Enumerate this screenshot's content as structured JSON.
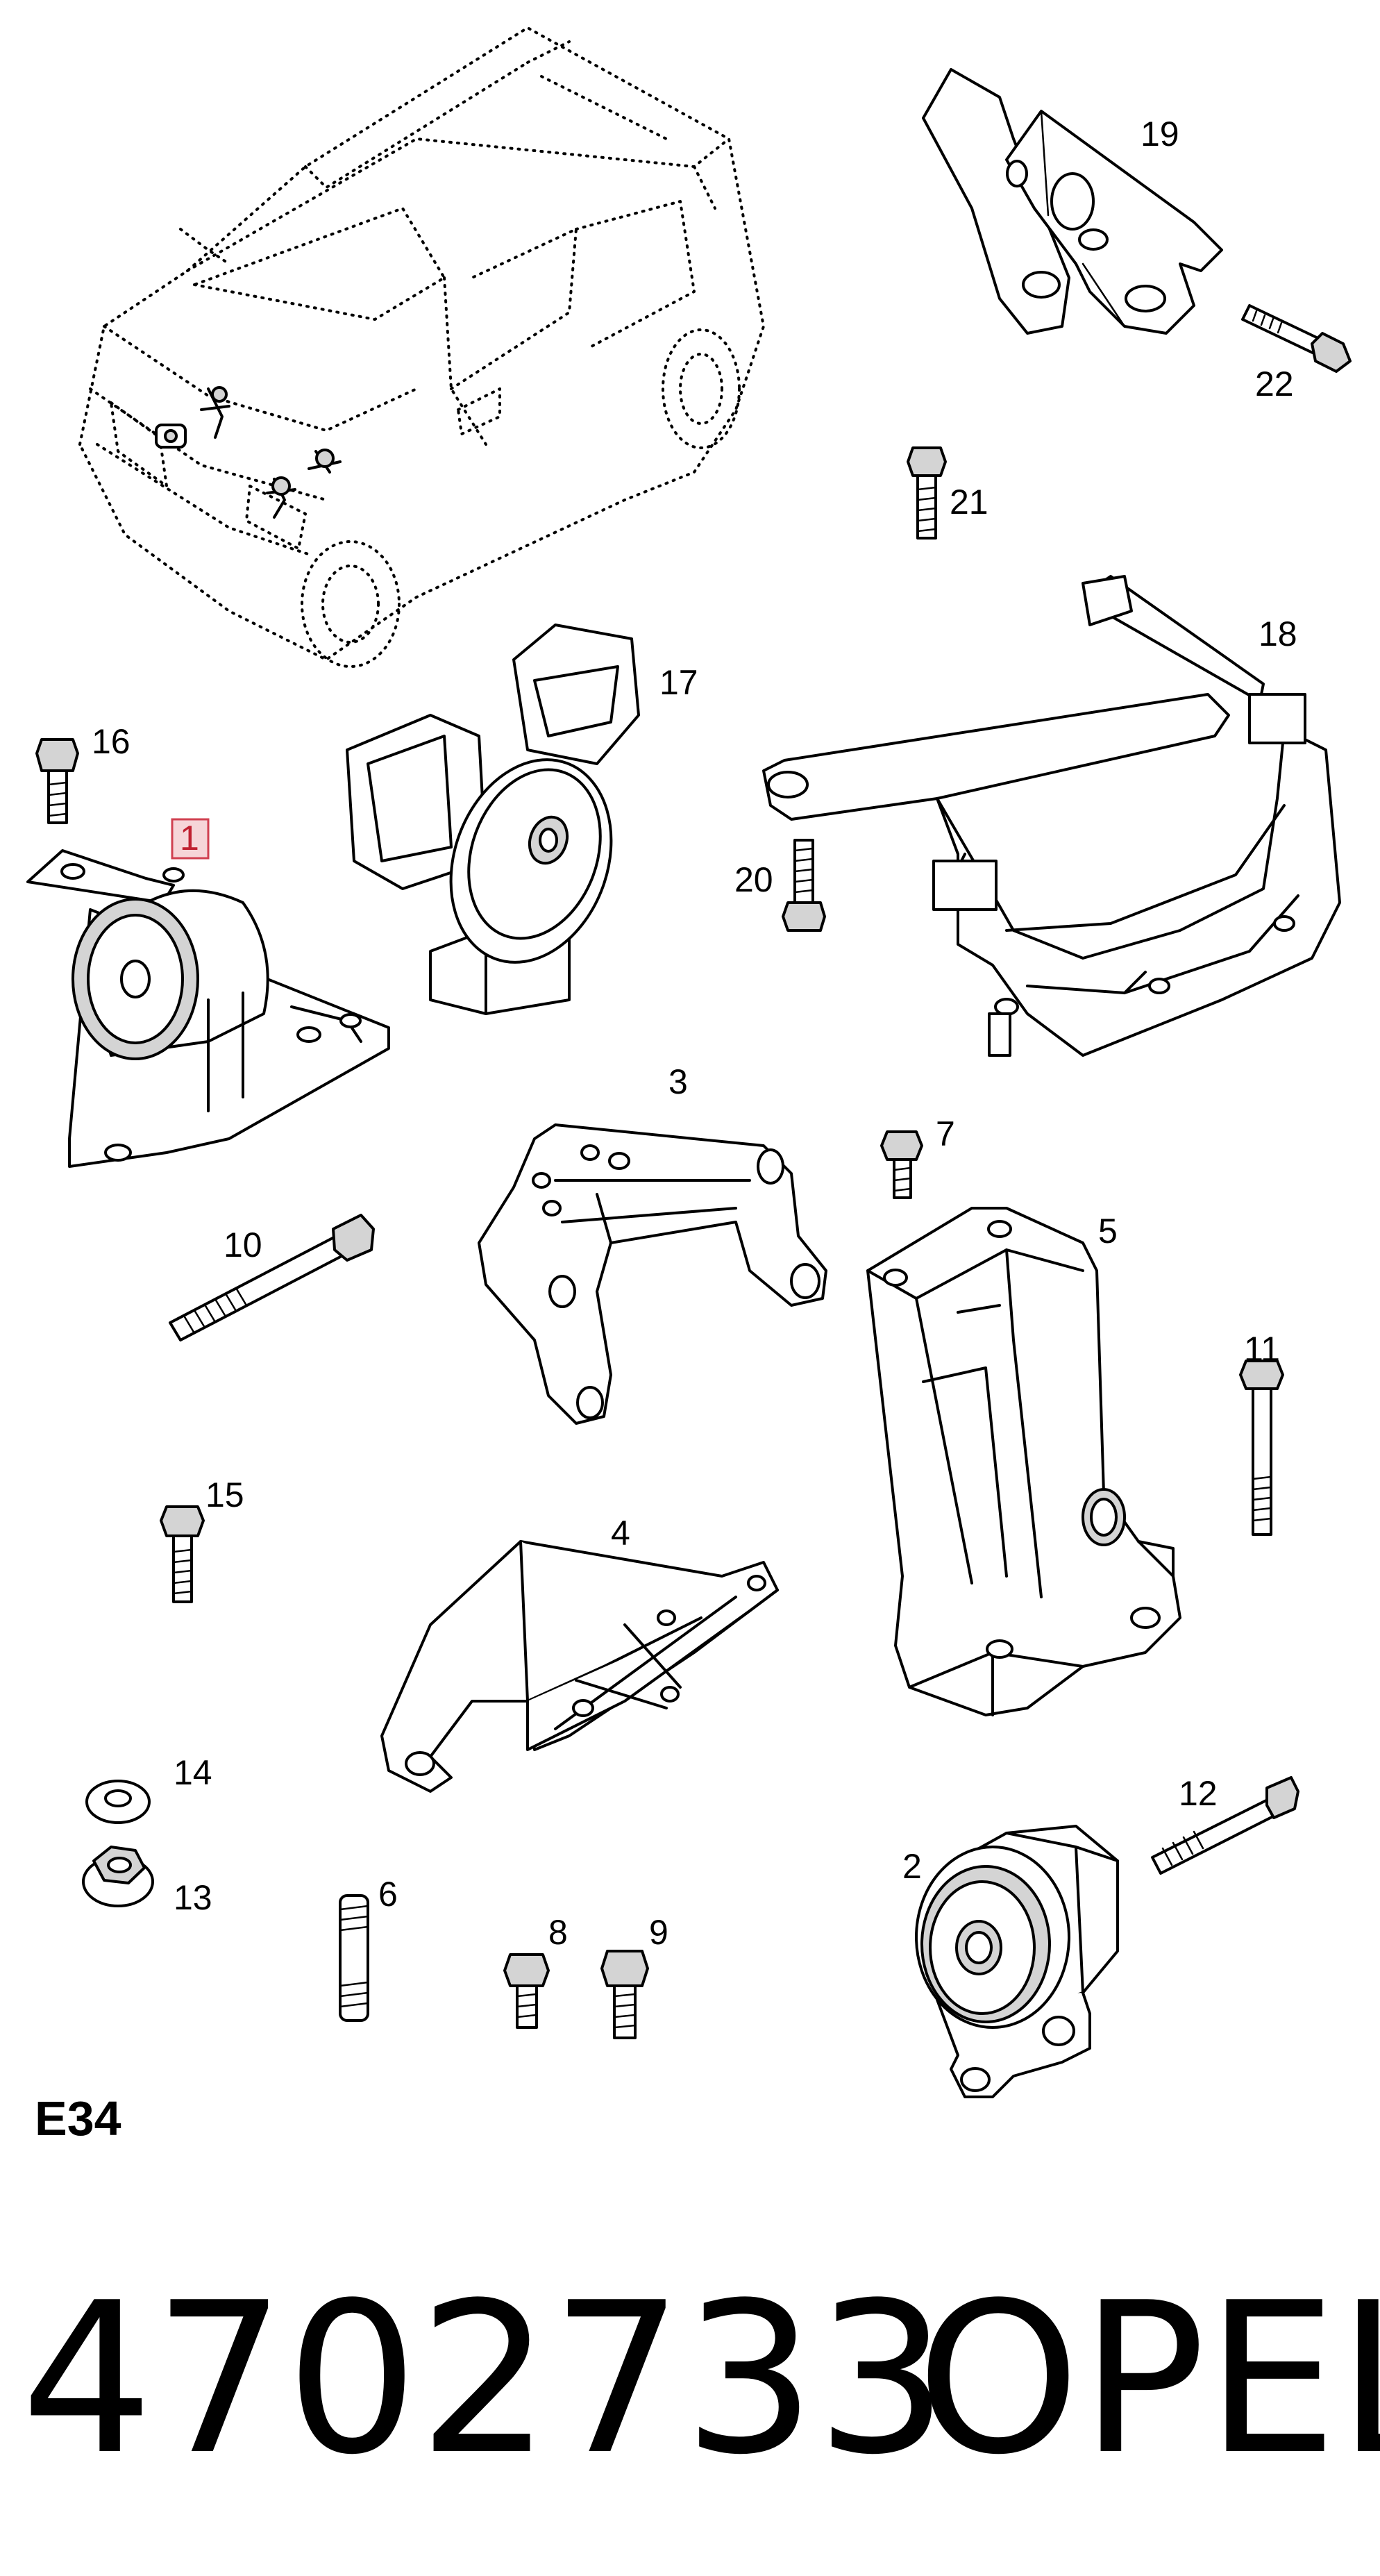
{
  "diagram": {
    "section_code": "E34",
    "part_number": "4702733",
    "brand": "OPEL",
    "highlighted_callout": "1",
    "highlight_color": "#d04050",
    "callouts": [
      "1",
      "2",
      "3",
      "4",
      "5",
      "6",
      "7",
      "8",
      "9",
      "10",
      "11",
      "12",
      "13",
      "14",
      "15",
      "16",
      "17",
      "18",
      "19",
      "20",
      "21",
      "22"
    ]
  }
}
